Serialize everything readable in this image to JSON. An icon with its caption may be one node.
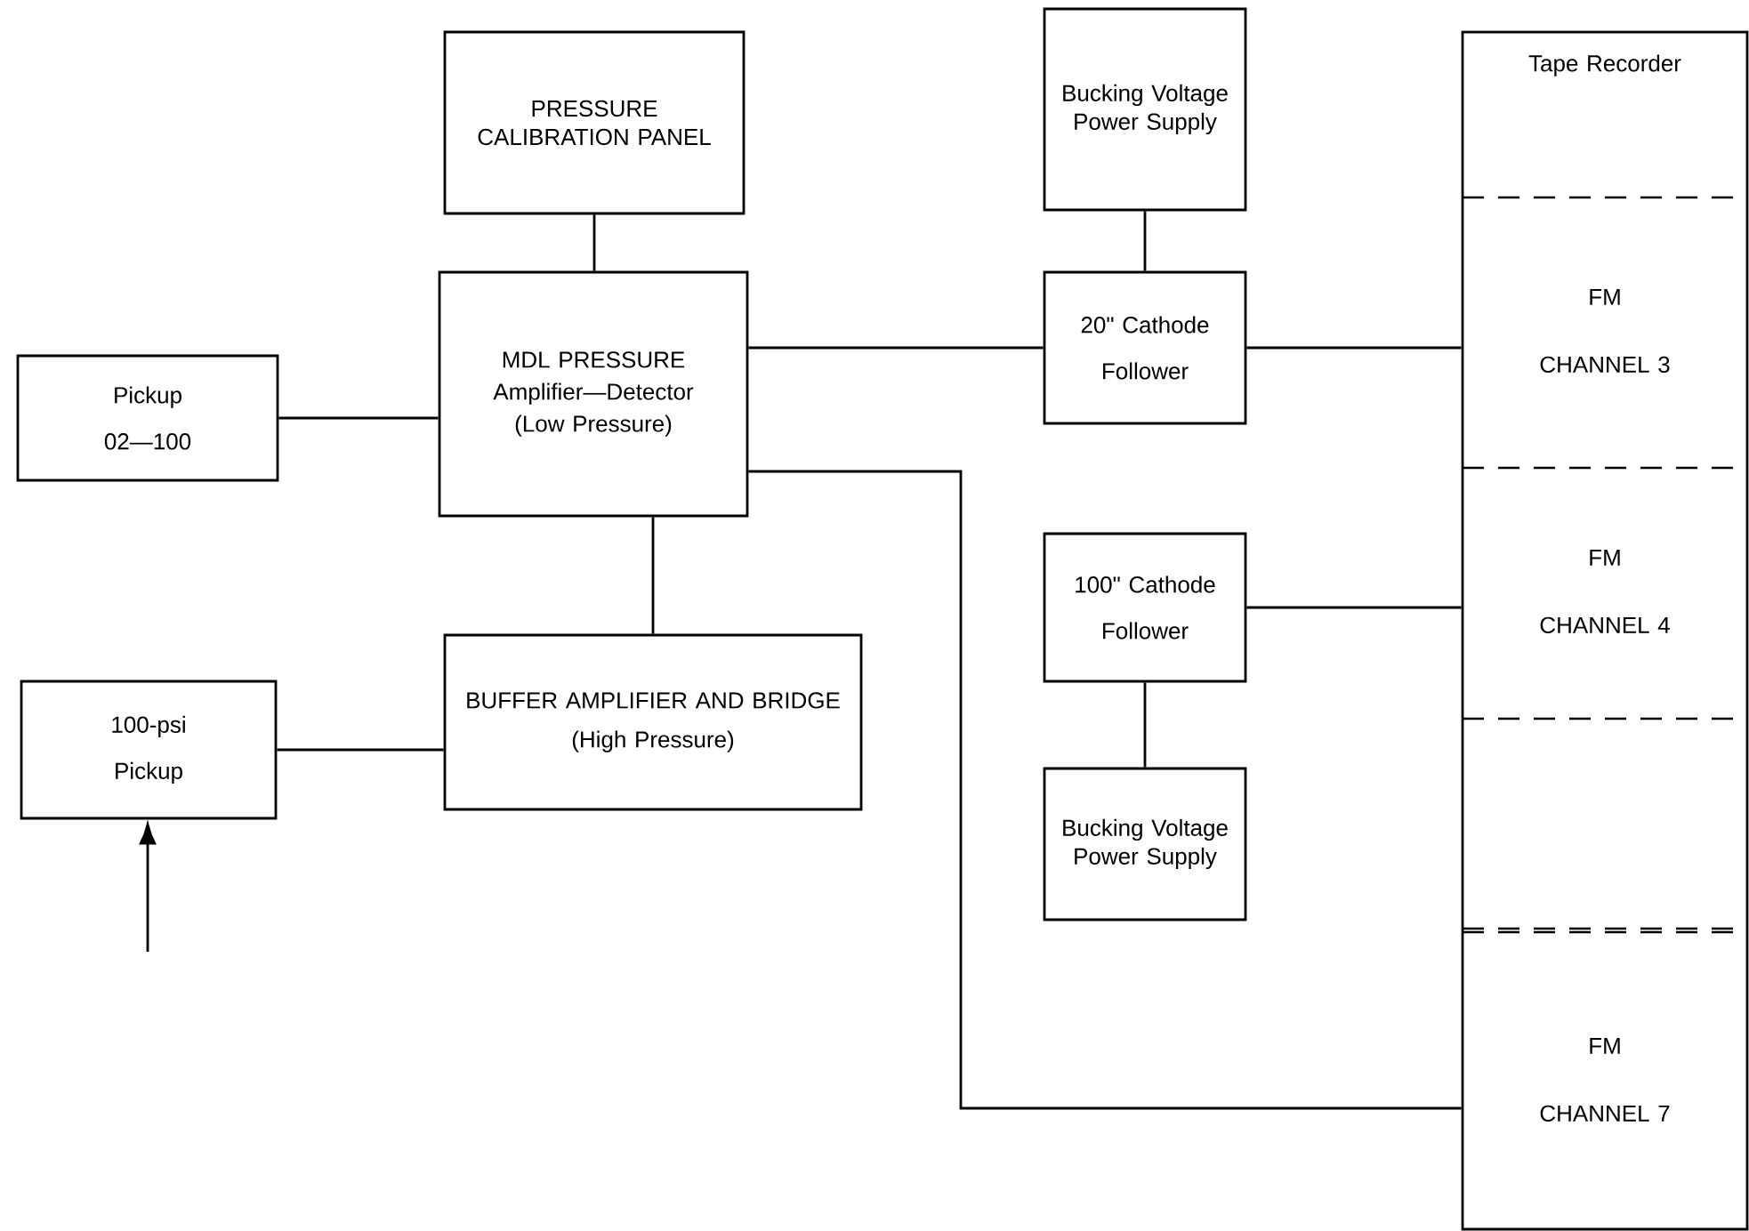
{
  "diagram": {
    "nodes": [
      {
        "text": [
          "PRESSURE CALIBRATION PANEL"
        ]
      },
      {
        "text": [
          "Pickup",
          "02—100"
        ]
      },
      {
        "text": [
          "MDL PRESSURE",
          "Amplifier—Detector",
          "(Low Pressure)"
        ]
      },
      {
        "text": [
          "BUFFER AMPLIFIER AND BRIDGE",
          "(High Pressure)"
        ]
      },
      {
        "text": [
          "100-psi",
          "Pickup"
        ]
      },
      {
        "text": [
          "Bucking Voltage Power Supply"
        ]
      },
      {
        "text": [
          "20\" Cathode",
          "Follower"
        ]
      },
      {
        "text": [
          "100\" Cathode",
          "Follower"
        ]
      },
      {
        "text": [
          "Bucking Voltage Power Supply"
        ]
      },
      {
        "text": [
          "Tape Recorder"
        ]
      },
      {
        "text": [
          "FM",
          "CHANNEL 3"
        ],
        "in": 9
      },
      {
        "text": [
          "FM",
          "CHANNEL 4"
        ],
        "in": 9
      },
      {
        "text": [],
        "shape": "box",
        "in": 9
      },
      {
        "text": [
          "FM",
          "CHANNEL 7"
        ],
        "in": 9
      }
    ],
    "edges": [
      {
        "from": 0,
        "to": 2,
        "arrow": "none"
      },
      {
        "from": 1,
        "to": 2,
        "arrow": "none"
      },
      {
        "from": 2,
        "to": 3,
        "arrow": "none"
      },
      {
        "from": 4,
        "to": 3,
        "arrow": "none"
      },
      {
        "from": null,
        "to": 4,
        "arrow": "to"
      },
      {
        "from": 2,
        "to": 6,
        "arrow": "none"
      },
      {
        "from": 5,
        "to": 6,
        "arrow": "none"
      },
      {
        "from": 6,
        "to": 10,
        "arrow": "none"
      },
      {
        "from": 7,
        "to": 11,
        "arrow": "none"
      },
      {
        "from": 7,
        "to": 8,
        "arrow": "none"
      },
      {
        "from": 2,
        "to": 13,
        "arrow": "none"
      }
    ]
  }
}
